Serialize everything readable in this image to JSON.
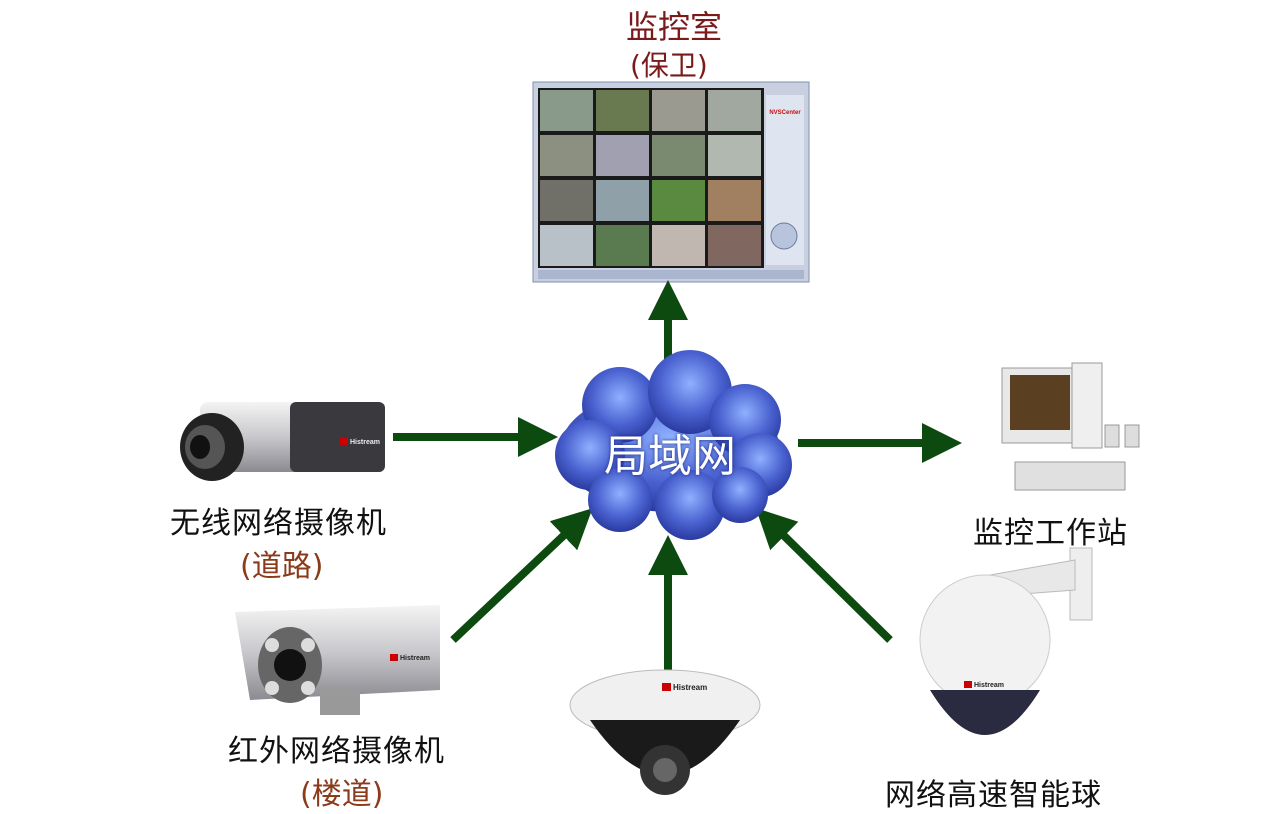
{
  "monitor_room": {
    "title": "监控室",
    "subtitle": "(保卫)",
    "screen_brand": "NVSCenter"
  },
  "network": {
    "label": "局域网"
  },
  "devices": [
    {
      "name": "无线网络摄像机",
      "note": "(道路)"
    },
    {
      "name": "红外网络摄像机",
      "note": "(楼道)"
    },
    {
      "name": "网络高速智能球"
    },
    {
      "name": "监控工作站"
    }
  ],
  "camera_brand": "Histream",
  "colors": {
    "arrow": "#0d4a10",
    "title": "#7a1a1a",
    "note": "#8b3a1a",
    "cloud": "#3f58c8"
  }
}
